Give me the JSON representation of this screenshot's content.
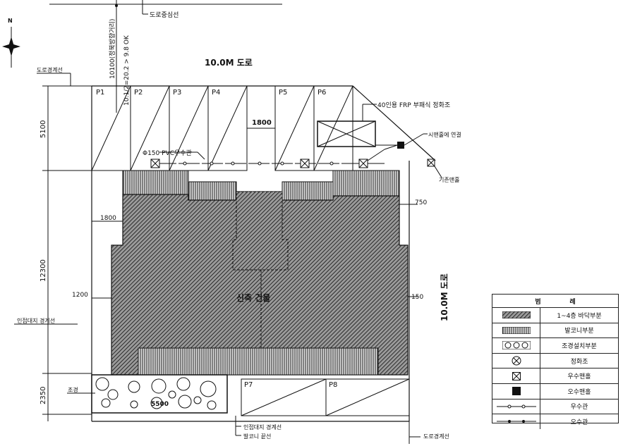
{
  "road_top": "10.0M 도로",
  "road_right": "10.0M 도로",
  "top_labels": {
    "road_center_line": "도로중심선",
    "road_boundary": "도로경계선",
    "vertical_dim_text": "10100(정북방향거리)",
    "vertical_calc_text": "10.1/2=20.2 > 9.8 OK"
  },
  "dims": {
    "d5100": "5100",
    "d12300": "12300",
    "d2350": "2350",
    "d1800_a": "1800",
    "d1800_b": "1800",
    "d1200": "1200",
    "d750": "750",
    "d150": "150",
    "d5500": "5500"
  },
  "parking": [
    "P1",
    "P2",
    "P3",
    "P4",
    "P5",
    "P6",
    "P7",
    "P8"
  ],
  "notes": {
    "pvc_pipe": "Φ150 PVC우수관",
    "frp_tank": "40인용 FRP 부패식 정화조",
    "sewer_connect": "시맨홀에 연결",
    "existing_manhole": "기존맨홀",
    "adjacent_left": "인접대지 경계선",
    "landscape": "조경",
    "adjacent_bottom": "인접대지 경계선",
    "balcony_line": "발코니 끝선",
    "road_boundary_bottom": "도로경계선",
    "building": "신축 건물"
  },
  "legend": {
    "title_a": "범",
    "title_b": "례",
    "items": [
      {
        "icon": "diagonal-hatch-swatch",
        "label": "1~4층 바닥부분"
      },
      {
        "icon": "vertical-hatch-swatch",
        "label": "발코니부분"
      },
      {
        "icon": "landscape-swatch",
        "label": "조경설치부분"
      },
      {
        "icon": "septic-tank-icon",
        "label": "정화조"
      },
      {
        "icon": "stormwater-manhole-icon",
        "label": "우수맨홀"
      },
      {
        "icon": "sewer-manhole-icon",
        "label": "오수맨홀"
      },
      {
        "icon": "stormwater-pipe-icon",
        "label": "우수관"
      },
      {
        "icon": "sewer-pipe-icon",
        "label": "오수관"
      }
    ]
  }
}
